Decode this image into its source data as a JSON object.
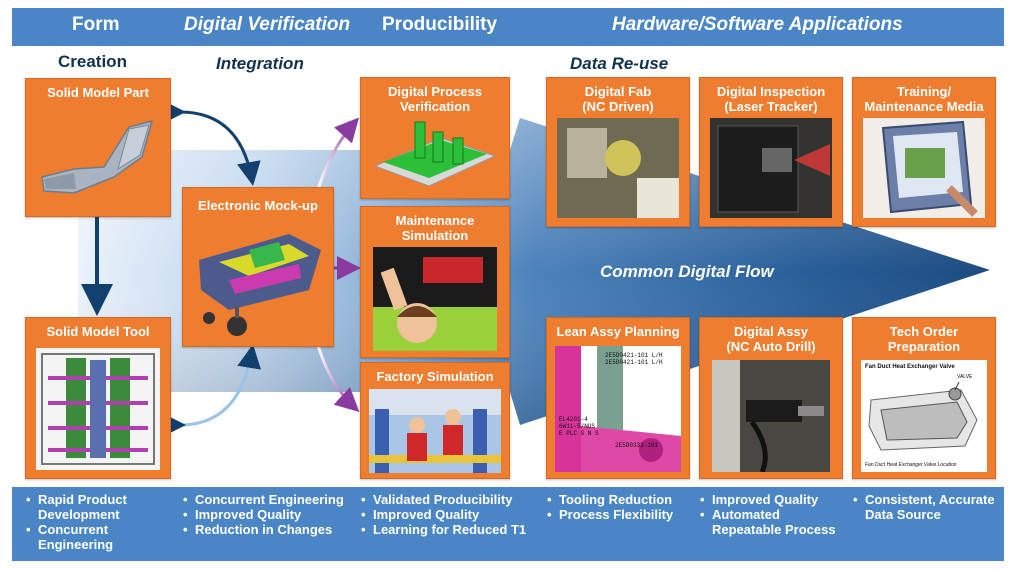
{
  "header": {
    "row1": [
      "Form",
      "Digital Verification",
      "Producibility",
      "Hardware/Software Applications"
    ],
    "row2": [
      "Creation",
      "Integration",
      "Data Re-use"
    ]
  },
  "flow_label": "Common Digital Flow",
  "boxes": {
    "solid_model_part": "Solid Model Part",
    "solid_model_tool": "Solid Model Tool",
    "electronic_mockup": "Electronic Mock-up",
    "digital_process_verification": "Digital Process\nVerification",
    "maintenance_simulation": "Maintenance\nSimulation",
    "factory_simulation": "Factory Simulation",
    "digital_fab": "Digital Fab\n(NC Driven)",
    "digital_inspection": "Digital Inspection\n(Laser Tracker)",
    "training_media": "Training/\nMaintenance Media",
    "lean_assy_planning": "Lean Assy Planning",
    "digital_assy": "Digital Assy\n(NC Auto Drill)",
    "tech_order": "Tech Order\nPreparation"
  },
  "image_text": {
    "lean_labels": [
      "2E5D0421-101 L/H",
      "2E5D0421-101 L/H",
      "EL4201-4",
      "6W11-5/NUS",
      "E PLC S N S",
      "2E5D0333-101"
    ],
    "tech_title": "Fan Duct Heat Exchanger Valve",
    "tech_valve": "VALVE",
    "tech_caption": "Fan Duct Heat Exchanger Valve Location"
  },
  "bullets": {
    "col1": [
      "Rapid Product\nDevelopment",
      "Concurrent\nEngineering"
    ],
    "col2": [
      "Concurrent Engineering",
      "Improved Quality",
      "Reduction in Changes"
    ],
    "col3": [
      "Validated Producibility",
      "Improved Quality",
      "Learning for Reduced T1"
    ],
    "col4": [
      "Tooling Reduction",
      "Process Flexibility"
    ],
    "col5": [
      "Improved Quality",
      "Automated\nRepeatable Process"
    ],
    "col6": [
      "Consistent, Accurate\nData Source"
    ]
  },
  "colors": {
    "header_blue": "#4a86c5",
    "box_orange": "#ee7d30",
    "flow_dark": "#1f4f86",
    "arrow_dark": "#12406e",
    "arrow_purple": "#8b3aa0"
  }
}
